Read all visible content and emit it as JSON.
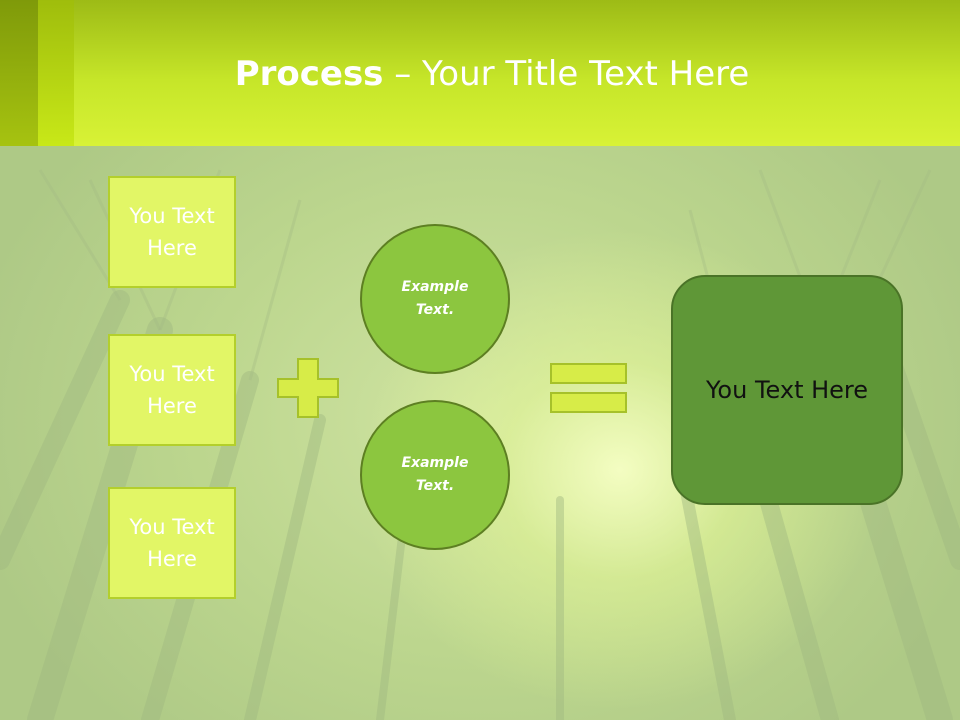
{
  "slide": {
    "title_bold": "Process",
    "title_rest": " – Your Title Text Here",
    "boxes": [
      {
        "label": "You Text Here"
      },
      {
        "label": "You Text Here"
      },
      {
        "label": "You Text Here"
      }
    ],
    "circles": [
      {
        "label": "Example Text."
      },
      {
        "label": "Example Text."
      }
    ],
    "result_label": "You Text Here",
    "plus_icon": "plus-icon",
    "equals_icon": "equals-icon"
  },
  "colors": {
    "header": "#c6e629",
    "box_fill": "#e2f666",
    "circle_fill": "#8cc63f",
    "result_fill": "#5f9737"
  }
}
